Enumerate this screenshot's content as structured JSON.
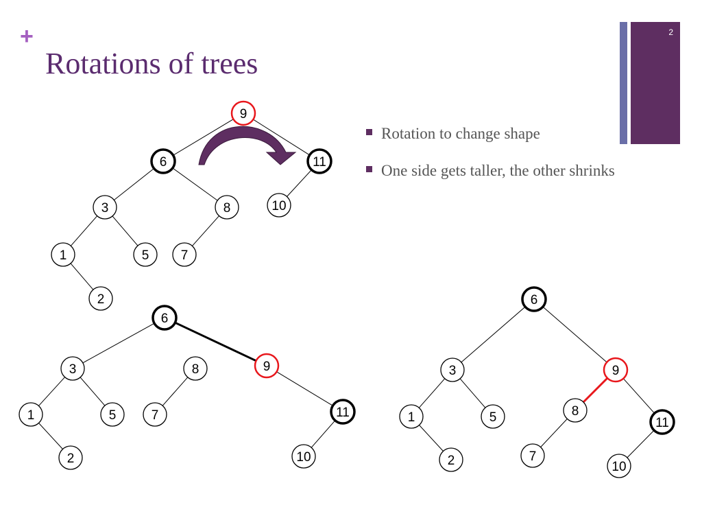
{
  "slide": {
    "title": "Rotations of trees",
    "plus_mark": "+",
    "slide_number": "2",
    "bullets": [
      {
        "text": "Rotation to change shape"
      },
      {
        "text": "One side gets taller, the other shrinks"
      }
    ]
  },
  "colors": {
    "title": "#5b2c6f",
    "accent_purple": "#5e2e61",
    "accent_blue": "#6a6fa8",
    "plus": "#a45fc0",
    "highlight_red": "#e8171c",
    "curved_arrow": "#5e2e61"
  },
  "trees": [
    {
      "name": "original-tree",
      "nodes": [
        {
          "id": "n9",
          "label": "9",
          "style": "red"
        },
        {
          "id": "n6",
          "label": "6",
          "style": "bold"
        },
        {
          "id": "n11",
          "label": "11",
          "style": "bold"
        },
        {
          "id": "n3",
          "label": "3",
          "style": "normal"
        },
        {
          "id": "n8",
          "label": "8",
          "style": "normal"
        },
        {
          "id": "n10",
          "label": "10",
          "style": "normal"
        },
        {
          "id": "n1",
          "label": "1",
          "style": "normal"
        },
        {
          "id": "n5",
          "label": "5",
          "style": "normal"
        },
        {
          "id": "n7",
          "label": "7",
          "style": "normal"
        },
        {
          "id": "n2",
          "label": "2",
          "style": "normal"
        }
      ],
      "edges": [
        {
          "from": "n9",
          "to": "n6"
        },
        {
          "from": "n9",
          "to": "n11"
        },
        {
          "from": "n6",
          "to": "n3"
        },
        {
          "from": "n6",
          "to": "n8"
        },
        {
          "from": "n11",
          "to": "n10"
        },
        {
          "from": "n3",
          "to": "n1"
        },
        {
          "from": "n3",
          "to": "n5"
        },
        {
          "from": "n8",
          "to": "n7"
        },
        {
          "from": "n1",
          "to": "n2"
        }
      ]
    },
    {
      "name": "intermediate-tree",
      "nodes": [
        {
          "id": "n6",
          "label": "6",
          "style": "bold"
        },
        {
          "id": "n3",
          "label": "3",
          "style": "normal"
        },
        {
          "id": "n8",
          "label": "8",
          "style": "normal"
        },
        {
          "id": "n9",
          "label": "9",
          "style": "red"
        },
        {
          "id": "n1",
          "label": "1",
          "style": "normal"
        },
        {
          "id": "n5",
          "label": "5",
          "style": "normal"
        },
        {
          "id": "n7",
          "label": "7",
          "style": "normal"
        },
        {
          "id": "n11",
          "label": "11",
          "style": "bold"
        },
        {
          "id": "n2",
          "label": "2",
          "style": "normal"
        },
        {
          "id": "n10",
          "label": "10",
          "style": "normal"
        }
      ],
      "edges": [
        {
          "from": "n6",
          "to": "n3"
        },
        {
          "from": "n6",
          "to": "n9",
          "style": "bold"
        },
        {
          "from": "n3",
          "to": "n1"
        },
        {
          "from": "n3",
          "to": "n5"
        },
        {
          "from": "n8",
          "to": "n7"
        },
        {
          "from": "n9",
          "to": "n11"
        },
        {
          "from": "n1",
          "to": "n2"
        },
        {
          "from": "n11",
          "to": "n10"
        }
      ]
    },
    {
      "name": "rotated-tree",
      "nodes": [
        {
          "id": "n6",
          "label": "6",
          "style": "bold"
        },
        {
          "id": "n3",
          "label": "3",
          "style": "normal"
        },
        {
          "id": "n9",
          "label": "9",
          "style": "red"
        },
        {
          "id": "n1",
          "label": "1",
          "style": "normal"
        },
        {
          "id": "n5",
          "label": "5",
          "style": "normal"
        },
        {
          "id": "n8",
          "label": "8",
          "style": "normal"
        },
        {
          "id": "n11",
          "label": "11",
          "style": "bold"
        },
        {
          "id": "n2",
          "label": "2",
          "style": "normal"
        },
        {
          "id": "n7",
          "label": "7",
          "style": "normal"
        },
        {
          "id": "n10",
          "label": "10",
          "style": "normal"
        }
      ],
      "edges": [
        {
          "from": "n6",
          "to": "n3"
        },
        {
          "from": "n6",
          "to": "n9"
        },
        {
          "from": "n3",
          "to": "n1"
        },
        {
          "from": "n3",
          "to": "n5"
        },
        {
          "from": "n9",
          "to": "n8",
          "style": "red"
        },
        {
          "from": "n9",
          "to": "n11"
        },
        {
          "from": "n1",
          "to": "n2"
        },
        {
          "from": "n8",
          "to": "n7"
        },
        {
          "from": "n11",
          "to": "n10"
        }
      ]
    }
  ]
}
